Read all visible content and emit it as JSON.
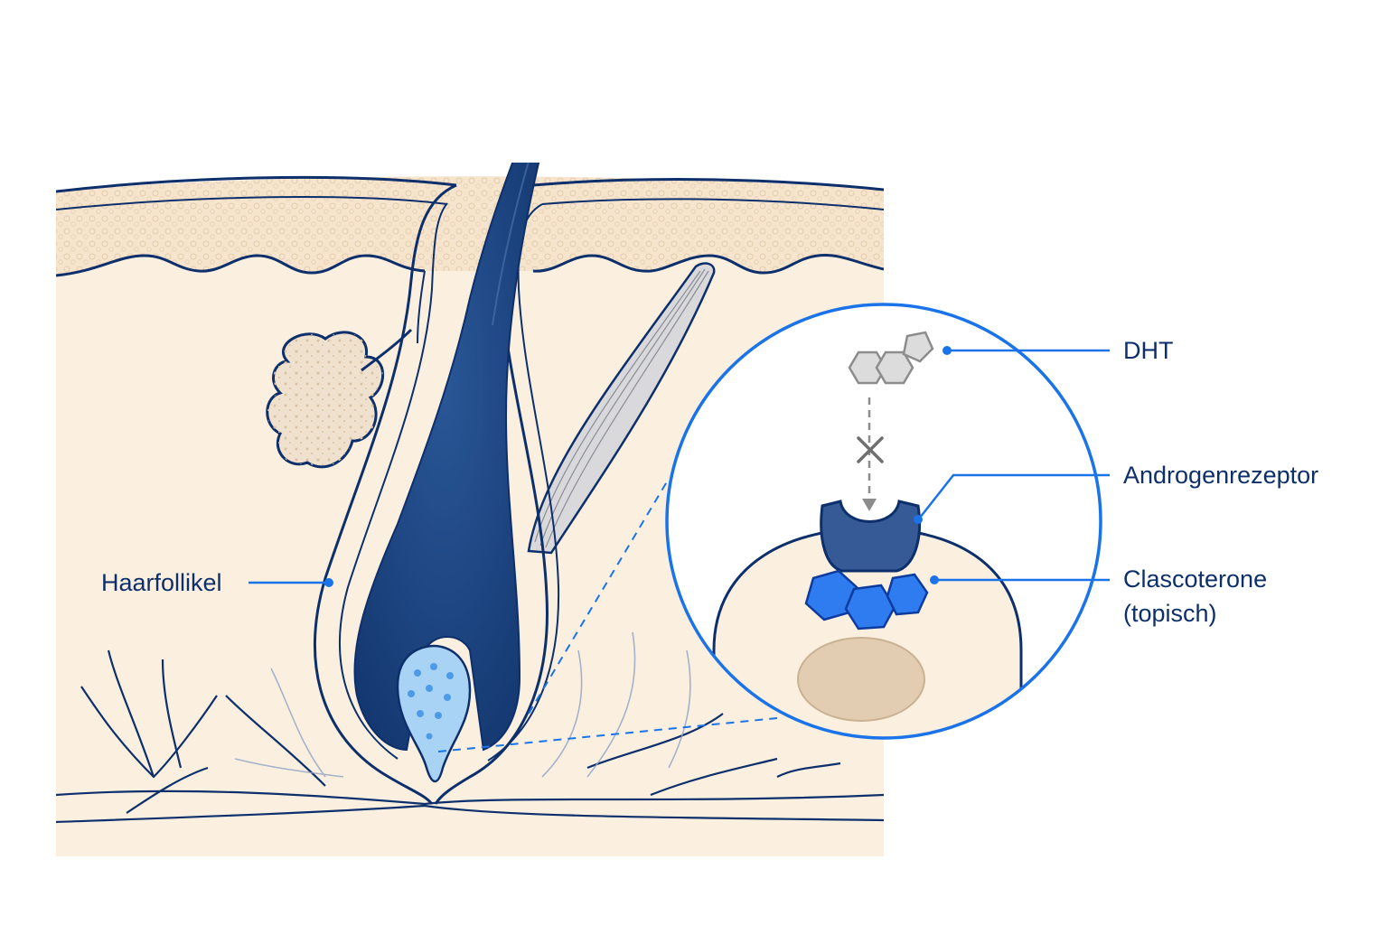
{
  "labels": {
    "hair_follicle": "Haarfollikel",
    "dht": "DHT",
    "androgen_receptor": "Androgenrezeptor",
    "clascoterone_line1": "Clascoterone",
    "clascoterone_line2": "(topisch)"
  },
  "colors": {
    "navy": "#0d2f6b",
    "hair": "#143d78",
    "accent_blue": "#1a73e8",
    "skin": "#fbf0e0",
    "epidermis": "#f6e4cc",
    "gland": "#efe1cd",
    "nucleus": "#e3cdb2",
    "molecule_gray": "#cfcfcf",
    "clascoterone_blue": "#2f7cf0",
    "papilla": "#a9d3f5"
  },
  "icons": {
    "blocked_marker": "x-mark-icon",
    "dht_molecule": "steroid-molecule-icon",
    "clascoterone_molecule": "hexagon-molecule-icon"
  }
}
